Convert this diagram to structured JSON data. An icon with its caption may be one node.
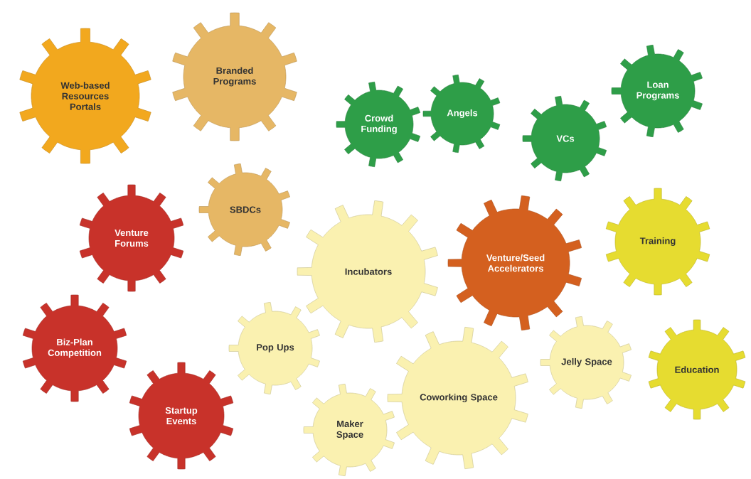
{
  "diagram": {
    "nodes": [
      {
        "text": [
          "Web-based Resources Portals"
        ]
      },
      {
        "text": [
          "Branded Programs"
        ]
      },
      {
        "text": [
          "Crowd Funding"
        ]
      },
      {
        "text": [
          "Angels"
        ]
      },
      {
        "text": [
          "VCs"
        ]
      },
      {
        "text": [
          "Loan Programs"
        ]
      },
      {
        "text": [
          "SBDCs"
        ]
      },
      {
        "text": [
          "Venture Forums"
        ]
      },
      {
        "text": [
          "Incubators"
        ]
      },
      {
        "text": [
          "Venture/Seed Accelerators"
        ]
      },
      {
        "text": [
          "Training"
        ]
      },
      {
        "text": [
          "Biz-Plan Competition"
        ]
      },
      {
        "text": [
          "Pop Ups"
        ]
      },
      {
        "text": [
          "Startup Events"
        ]
      },
      {
        "text": [
          "Jelly Space"
        ]
      },
      {
        "text": [
          "Education"
        ]
      },
      {
        "text": [
          "Coworking Space"
        ]
      },
      {
        "text": [
          "Maker Space"
        ]
      }
    ]
  }
}
